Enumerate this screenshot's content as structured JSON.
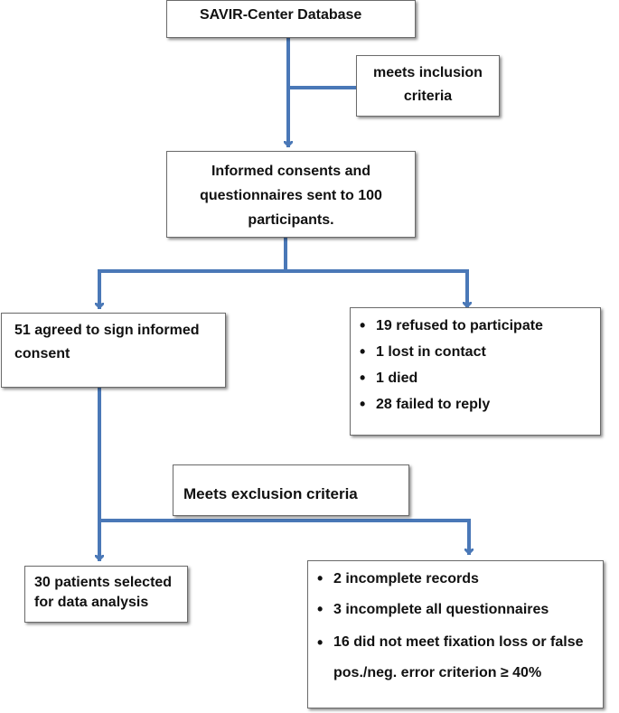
{
  "colors": {
    "connector": "#4a78b7",
    "box_border": "#6b6b6b"
  },
  "boxes": {
    "database": "SAVIR-Center Database",
    "inclusion": {
      "line1": "meets inclusion",
      "line2": "criteria"
    },
    "consents": {
      "line1": "Informed consents and",
      "line2": "questionnaires sent to 100",
      "line3": "participants."
    },
    "agreed": {
      "line1": "51 agreed to sign informed",
      "line2": "consent"
    },
    "not_agreed": [
      "19 refused to participate",
      "1 lost in contact",
      "1 died",
      "28 failed to reply"
    ],
    "exclusion": "Meets exclusion criteria",
    "selected": {
      "line1": "30 patients selected",
      "line2": "for data analysis"
    },
    "excluded": {
      "item1": "2 incomplete records",
      "item2": "3 incomplete all questionnaires",
      "item3_line1": "16 did not meet fixation loss or false",
      "item3_line2": "pos./neg. error criterion ≥ 40%"
    }
  }
}
